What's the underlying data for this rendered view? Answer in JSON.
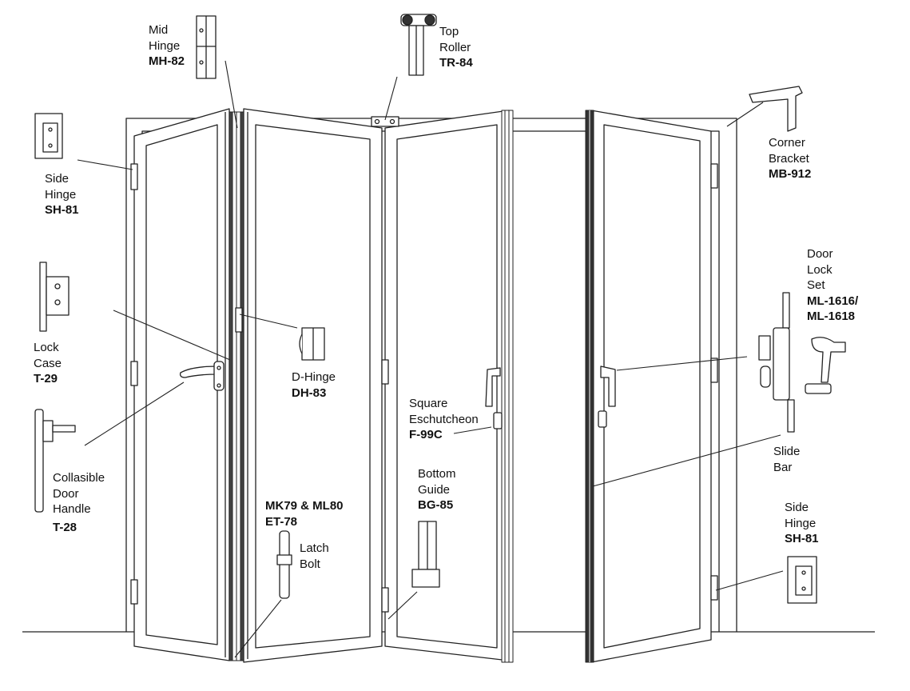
{
  "labels": {
    "mid_hinge": {
      "name": [
        "Mid",
        "Hinge"
      ],
      "code": [
        "MH-82"
      ]
    },
    "top_roller": {
      "name": [
        "Top",
        "Roller"
      ],
      "code": [
        "TR-84"
      ]
    },
    "corner_bracket": {
      "name": [
        "Corner",
        "Bracket"
      ],
      "code": [
        "MB-912"
      ]
    },
    "side_hinge_left": {
      "name": [
        "Side",
        "Hinge"
      ],
      "code": [
        "SH-81"
      ]
    },
    "lock_case": {
      "name": [
        "Lock",
        "Case"
      ],
      "code": [
        "T-29"
      ]
    },
    "d_hinge": {
      "name": [
        "D-Hinge"
      ],
      "code": [
        "DH-83"
      ]
    },
    "door_lock_set": {
      "name": [
        "Door",
        "Lock",
        "Set"
      ],
      "code": [
        "ML-1616/",
        "ML-1618"
      ]
    },
    "square_escutcheon": {
      "name": [
        "Square",
        "Eschutcheon"
      ],
      "code": [
        "F-99C"
      ]
    },
    "collasible_handle": {
      "name": [
        "Collasible",
        "Door",
        "Handle"
      ],
      "code": [
        "T-28"
      ]
    },
    "bottom_guide": {
      "name": [
        "Bottom",
        "Guide"
      ],
      "code": [
        "BG-85"
      ]
    },
    "slide_bar": {
      "name": [
        "Slide",
        "Bar"
      ],
      "code": []
    },
    "mk79": {
      "name": [],
      "code": [
        "MK79 & ML80",
        "ET-78"
      ]
    },
    "latch_bolt": {
      "name": [
        "Latch",
        "Bolt"
      ],
      "code": []
    },
    "side_hinge_right": {
      "name": [
        "Side",
        "Hinge"
      ],
      "code": [
        "SH-81"
      ]
    }
  }
}
